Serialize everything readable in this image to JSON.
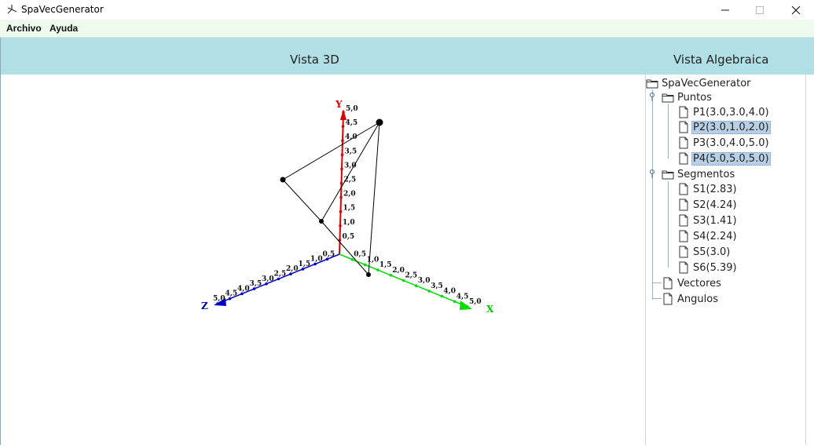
{
  "window": {
    "title": "SpaVecGenerator"
  },
  "menu": {
    "items": [
      "Archivo",
      "Ayuda"
    ]
  },
  "panels": {
    "view3d_title": "Vista 3D",
    "algebra_title": "Vista Algebraica"
  },
  "axes": {
    "x_label": "X",
    "y_label": "Y",
    "z_label": "Z",
    "x_color": "#00dd00",
    "y_color": "#dd0000",
    "z_color": "#0000cc",
    "y_ticks": [
      "0,5",
      "1,0",
      "1,5",
      "2,0",
      "2,5",
      "3,0",
      "3,5",
      "4,0",
      "4,5",
      "5,0"
    ],
    "x_ticks": [
      "0,5",
      "1,0",
      "1,5",
      "2,0",
      "2,5",
      "3,0",
      "3,5",
      "4,0",
      "4,5",
      "5,0"
    ],
    "z_ticks": [
      "0,5",
      "1,0",
      "1,5",
      "2,0",
      "2,5",
      "3,0",
      "3,5",
      "4,0",
      "4,5",
      "5,0"
    ]
  },
  "tree": {
    "root": "SpaVecGenerator",
    "puntos": {
      "label": "Puntos",
      "items": [
        {
          "label": "P1(3.0,3.0,4.0)",
          "selected": false
        },
        {
          "label": "P2(3.0,1.0,2.0)",
          "selected": true
        },
        {
          "label": "P3(3.0,4.0,5.0)",
          "selected": false
        },
        {
          "label": "P4(5.0,5.0,5.0)",
          "selected": true
        }
      ]
    },
    "segmentos": {
      "label": "Segmentos",
      "items": [
        {
          "label": "S1(2.83)"
        },
        {
          "label": "S2(4.24)"
        },
        {
          "label": "S3(1.41)"
        },
        {
          "label": "S4(2.24)"
        },
        {
          "label": "S5(3.0)"
        },
        {
          "label": "S6(5.39)"
        }
      ]
    },
    "vectores": "Vectores",
    "angulos": "Angulos"
  },
  "colors": {
    "header_bg": "#b0dfe5",
    "menubar_bg": "#eefaee",
    "selection_bg": "#b8cfe6"
  }
}
